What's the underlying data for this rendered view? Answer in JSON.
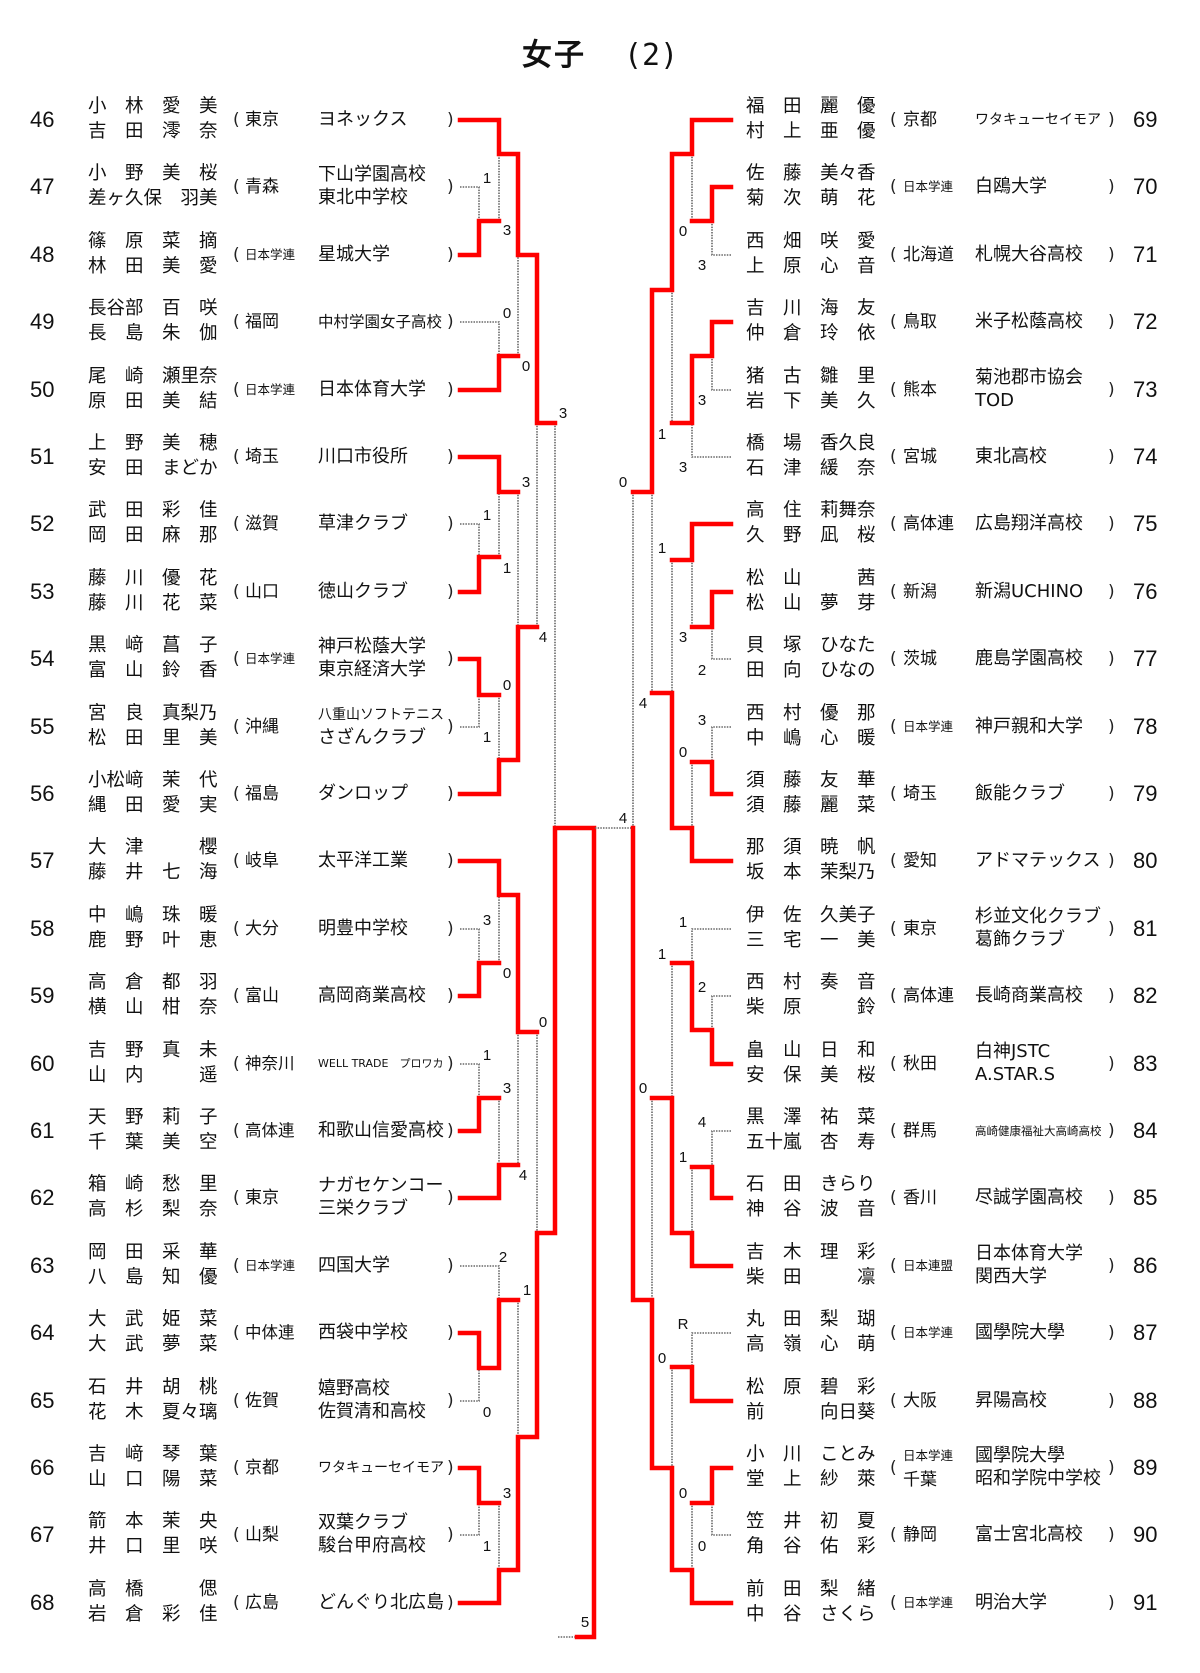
{
  "title": {
    "main": "女子",
    "sub": "(2)"
  },
  "paren_open": "(",
  "paren_close": ")",
  "left_entries": [
    {
      "no": "46",
      "player1": "小　林　愛　美",
      "player2": "吉　田　澪　奈",
      "pref": "東京",
      "team": [
        "ヨネックス"
      ]
    },
    {
      "no": "47",
      "player1": "小　野　美　桜",
      "player2": "差ヶ久保　羽美",
      "pref": "青森",
      "team": [
        "下山学園高校",
        "東北中学校"
      ]
    },
    {
      "no": "48",
      "player1": "篠　原　菜　摘",
      "player2": "林　田　美　愛",
      "pref": "日本学連",
      "team": [
        "星城大学"
      ]
    },
    {
      "no": "49",
      "player1": "長谷部　百　咲",
      "player2": "長　島　朱　伽",
      "pref": "福岡",
      "team": [
        "中村学園女子高校"
      ]
    },
    {
      "no": "50",
      "player1": "尾　崎　瀬里奈",
      "player2": "原　田　美　結",
      "pref": "日本学連",
      "team": [
        "日本体育大学"
      ]
    },
    {
      "no": "51",
      "player1": "上　野　美　穂",
      "player2": "安　田　まどか",
      "pref": "埼玉",
      "team": [
        "川口市役所"
      ]
    },
    {
      "no": "52",
      "player1": "武　田　彩　佳",
      "player2": "岡　田　麻　那",
      "pref": "滋賀",
      "team": [
        "草津クラブ"
      ]
    },
    {
      "no": "53",
      "player1": "藤　川　優　花",
      "player2": "藤　川　花　菜",
      "pref": "山口",
      "team": [
        "徳山クラブ"
      ]
    },
    {
      "no": "54",
      "player1": "黒　﨑　菖　子",
      "player2": "富　山　鈴　香",
      "pref": "日本学連",
      "team": [
        "神戸松蔭大学",
        "東京経済大学"
      ]
    },
    {
      "no": "55",
      "player1": "宮　良　真梨乃",
      "player2": "松　田　里　美",
      "pref": "沖縄",
      "team": [
        "八重山ソフトテニス",
        "さざんクラブ"
      ]
    },
    {
      "no": "56",
      "player1": "小松﨑　茉　代",
      "player2": "縄　田　愛　実",
      "pref": "福島",
      "team": [
        "ダンロップ"
      ]
    },
    {
      "no": "57",
      "player1": "大　津　　　櫻",
      "player2": "藤　井　七　海",
      "pref": "岐阜",
      "team": [
        "太平洋工業"
      ]
    },
    {
      "no": "58",
      "player1": "中　嶋　珠　暖",
      "player2": "鹿　野　叶　恵",
      "pref": "大分",
      "team": [
        "明豊中学校"
      ]
    },
    {
      "no": "59",
      "player1": "高　倉　都　羽",
      "player2": "横　山　柑　奈",
      "pref": "富山",
      "team": [
        "高岡商業高校"
      ]
    },
    {
      "no": "60",
      "player1": "吉　野　真　未",
      "player2": "山　内　　　遥",
      "pref": "神奈川",
      "team": [
        "WELL TRADE　プロワカ"
      ]
    },
    {
      "no": "61",
      "player1": "天　野　莉　子",
      "player2": "千　葉　美　空",
      "pref": "高体連",
      "team": [
        "和歌山信愛高校"
      ]
    },
    {
      "no": "62",
      "player1": "箱　崎　愁　里",
      "player2": "高　杉　梨　奈",
      "pref": "東京",
      "team": [
        "ナガセケンコー",
        "三栄クラブ"
      ]
    },
    {
      "no": "63",
      "player1": "岡　田　采　華",
      "player2": "八　島　知　優",
      "pref": "日本学連",
      "team": [
        "四国大学"
      ]
    },
    {
      "no": "64",
      "player1": "大　武　姫　菜",
      "player2": "大　武　夢　菜",
      "pref": "中体連",
      "team": [
        "西袋中学校"
      ]
    },
    {
      "no": "65",
      "player1": "石　井　胡　桃",
      "player2": "花　木　夏々璃",
      "pref": "佐賀",
      "team": [
        "嬉野高校",
        "佐賀清和高校"
      ]
    },
    {
      "no": "66",
      "player1": "吉　﨑　琴　葉",
      "player2": "山　口　陽　菜",
      "pref": "京都",
      "team": [
        "ワタキューセイモア"
      ]
    },
    {
      "no": "67",
      "player1": "箭　本　茉　央",
      "player2": "井　口　里　咲",
      "pref": "山梨",
      "team": [
        "双葉クラブ",
        "駿台甲府高校"
      ]
    },
    {
      "no": "68",
      "player1": "高　橋　　　偲",
      "player2": "岩　倉　彩　佳",
      "pref": "広島",
      "team": [
        "どんぐり北広島"
      ]
    }
  ],
  "right_entries": [
    {
      "no": "69",
      "player1": "福　田　麗　優",
      "player2": "村　上　亜　優",
      "pref": "京都",
      "team": [
        "ワタキューセイモア"
      ]
    },
    {
      "no": "70",
      "player1": "佐　藤　美々香",
      "player2": "菊　次　萌　花",
      "pref": "日本学連",
      "team": [
        "白鴎大学"
      ]
    },
    {
      "no": "71",
      "player1": "西　畑　咲　愛",
      "player2": "上　原　心　音",
      "pref": "北海道",
      "team": [
        "札幌大谷高校"
      ]
    },
    {
      "no": "72",
      "player1": "吉　川　海　友",
      "player2": "仲　倉　玲　依",
      "pref": "鳥取",
      "team": [
        "米子松蔭高校"
      ]
    },
    {
      "no": "73",
      "player1": "猪　古　雛　里",
      "player2": "岩　下　美　久",
      "pref": "熊本",
      "team": [
        "菊池郡市協会",
        "TOD"
      ]
    },
    {
      "no": "74",
      "player1": "橋　場　香久良",
      "player2": "石　津　緩　奈",
      "pref": "宮城",
      "team": [
        "東北高校"
      ]
    },
    {
      "no": "75",
      "player1": "高　住　莉舞奈",
      "player2": "久　野　凪　桜",
      "pref": "高体連",
      "team": [
        "広島翔洋高校"
      ]
    },
    {
      "no": "76",
      "player1": "松　山　　　茜",
      "player2": "松　山　夢　芽",
      "pref": "新潟",
      "team": [
        "新潟UCHINO"
      ]
    },
    {
      "no": "77",
      "player1": "貝　塚　ひなた",
      "player2": "田　向　ひなの",
      "pref": "茨城",
      "team": [
        "鹿島学園高校"
      ]
    },
    {
      "no": "78",
      "player1": "西　村　優　那",
      "player2": "中　嶋　心　暖",
      "pref": "日本学連",
      "team": [
        "神戸親和大学"
      ]
    },
    {
      "no": "79",
      "player1": "須　藤　友　華",
      "player2": "須　藤　麗　菜",
      "pref": "埼玉",
      "team": [
        "飯能クラブ"
      ]
    },
    {
      "no": "80",
      "player1": "那　須　暁　帆",
      "player2": "坂　本　茉梨乃",
      "pref": "愛知",
      "team": [
        "アドマテックス"
      ]
    },
    {
      "no": "81",
      "player1": "伊　佐　久美子",
      "player2": "三　宅　一　美",
      "pref": "東京",
      "team": [
        "杉並文化クラブ",
        "葛飾クラブ"
      ]
    },
    {
      "no": "82",
      "player1": "西　村　奏　音",
      "player2": "柴　原　　　鈴",
      "pref": "高体連",
      "team": [
        "長崎商業高校"
      ]
    },
    {
      "no": "83",
      "player1": "畠　山　日　和",
      "player2": "安　保　美　桜",
      "pref": "秋田",
      "team": [
        "白神JSTC",
        "A.STAR.S"
      ]
    },
    {
      "no": "84",
      "player1": "黒　澤　祐　菜",
      "player2": "五十嵐　杏　寿",
      "pref": "群馬",
      "team": [
        "高崎健康福祉大高崎高校"
      ]
    },
    {
      "no": "85",
      "player1": "石　田　きらり",
      "player2": "神　谷　波　音",
      "pref": "香川",
      "team": [
        "尽誠学園高校"
      ]
    },
    {
      "no": "86",
      "player1": "吉　木　理　彩",
      "player2": "柴　田　　　凛",
      "pref": "日本連盟",
      "team": [
        "日本体育大学",
        "関西大学"
      ]
    },
    {
      "no": "87",
      "player1": "丸　田　梨　瑚",
      "player2": "高　嶺　心　萌",
      "pref": "日本学連",
      "team": [
        "國學院大學"
      ]
    },
    {
      "no": "88",
      "player1": "松　原　碧　彩",
      "player2": "前　　　向日葵",
      "pref": "大阪",
      "team": [
        "昇陽高校"
      ]
    },
    {
      "no": "89",
      "player1": "小　川　ことみ",
      "player2": "堂　上　紗　萊",
      "pref": [
        "日本学連",
        "千葉"
      ],
      "team": [
        "國學院大學",
        "昭和学院中学校"
      ]
    },
    {
      "no": "90",
      "player1": "笠　井　初　夏",
      "player2": "角　谷　佑　彩",
      "pref": "静岡",
      "team": [
        "富士宮北高校"
      ]
    },
    {
      "no": "91",
      "player1": "前　田　梨　緒",
      "player2": "中　谷　さくら",
      "pref": "日本学連",
      "team": [
        "明治大学"
      ]
    }
  ],
  "scores": [
    "1",
    "3",
    "0",
    "0",
    "3",
    "3",
    "1",
    "1",
    "4",
    "0",
    "1",
    "3",
    "0",
    "0",
    "1",
    "3",
    "4",
    "2",
    "1",
    "0",
    "3",
    "1",
    "5",
    "0",
    "3",
    "3",
    "1",
    "3",
    "0",
    "1",
    "3",
    "2",
    "4",
    "3",
    "0",
    "4",
    "1",
    "1",
    "2",
    "0",
    "4",
    "1",
    "R",
    "0",
    "0",
    "0"
  ],
  "colors": {
    "winner_line": "#ff0000",
    "loser_line": "#666666"
  }
}
